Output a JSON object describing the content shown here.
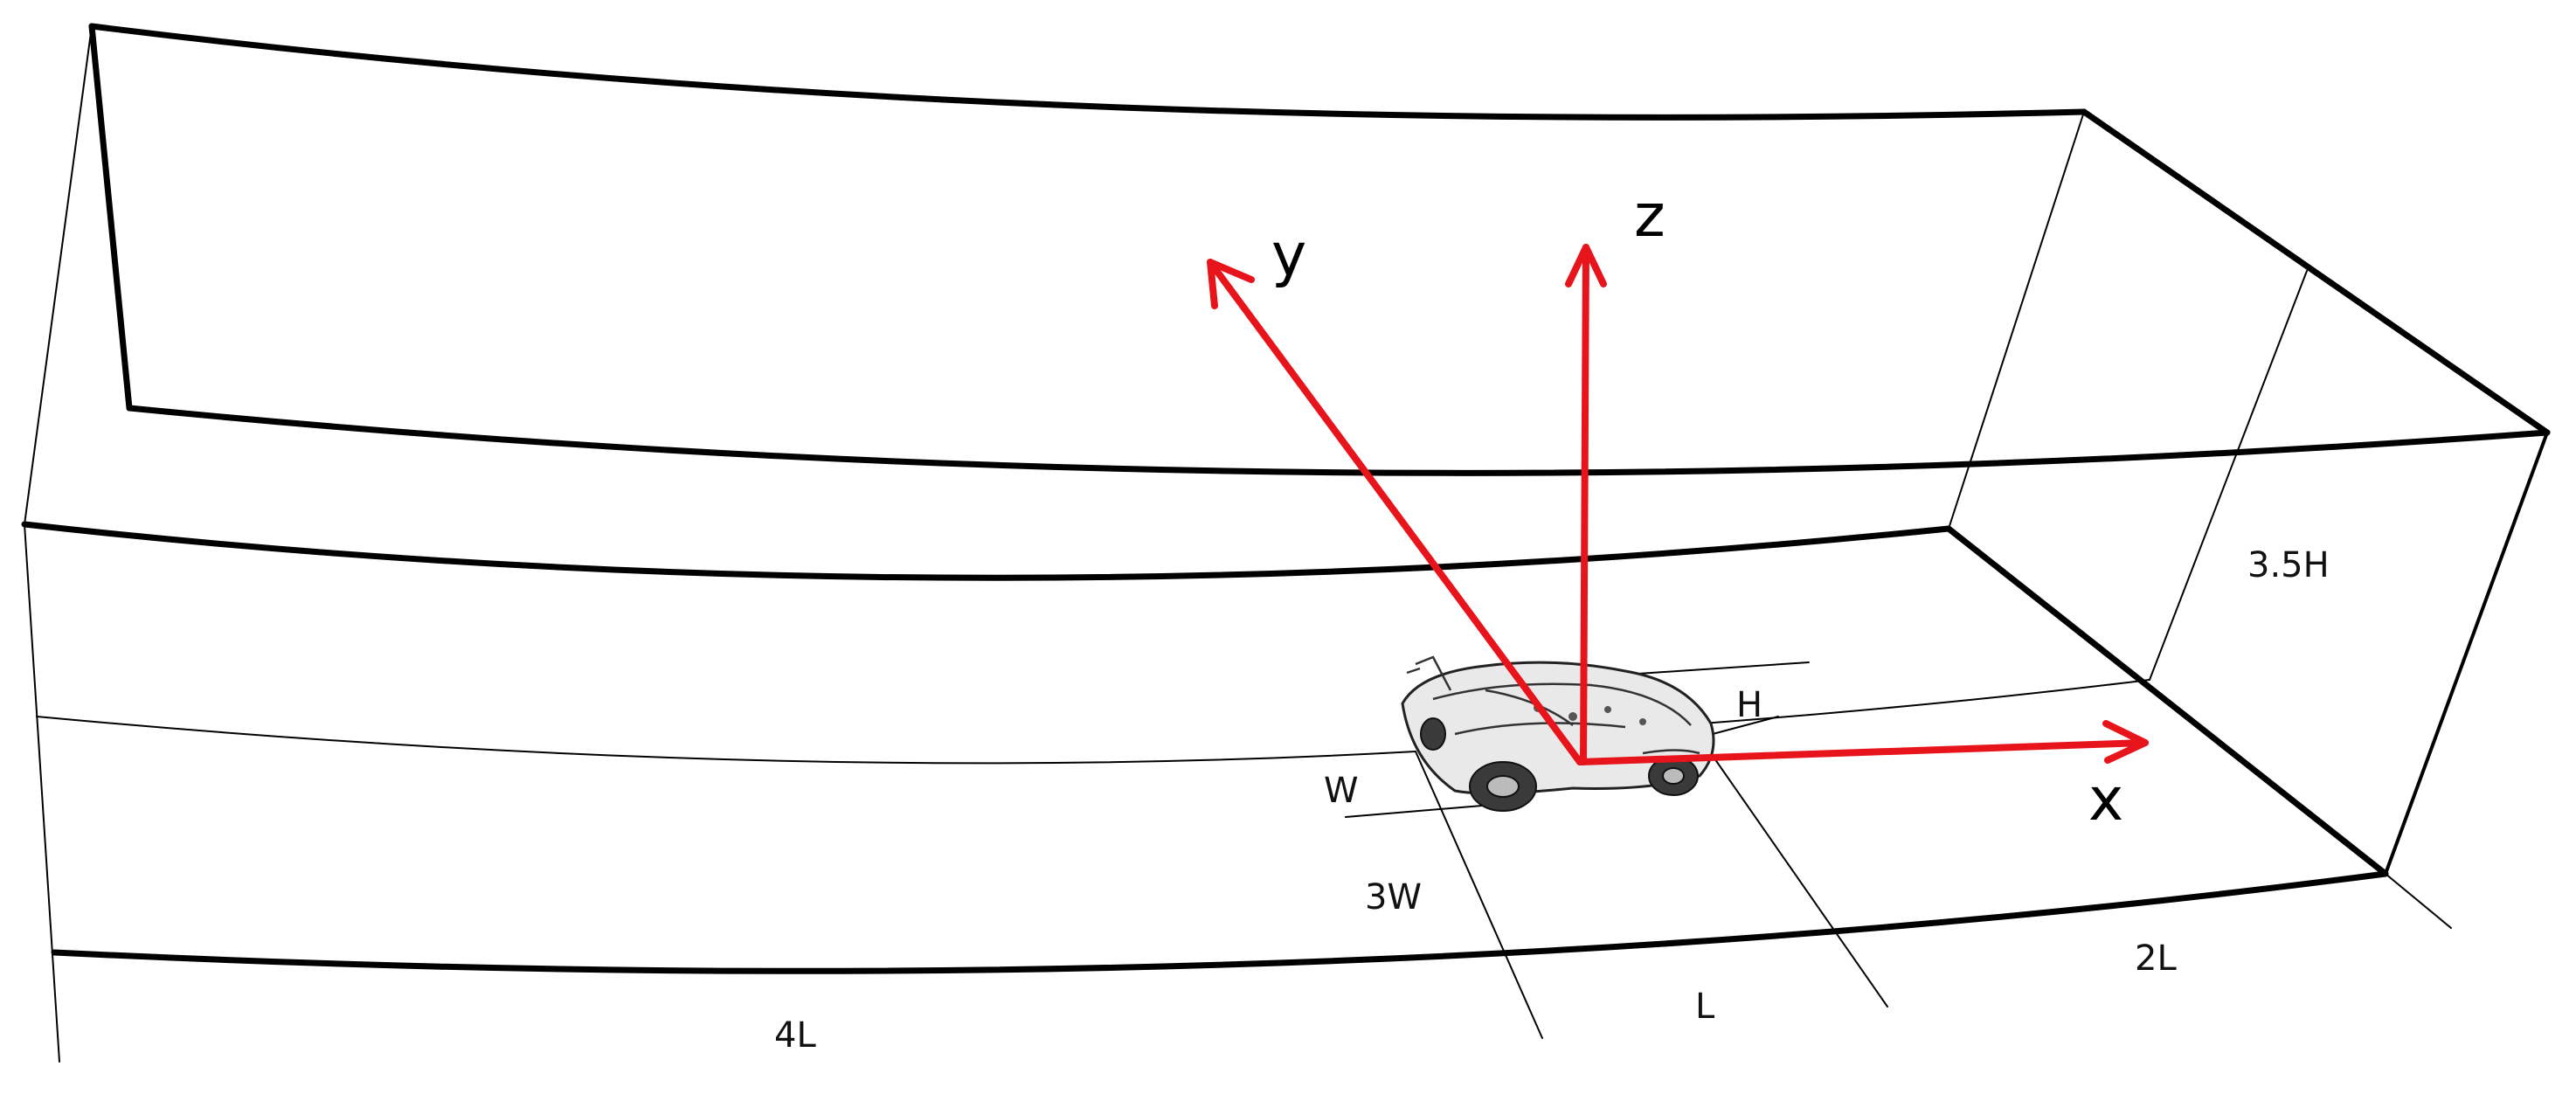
{
  "axes": {
    "x_label": "x",
    "y_label": "y",
    "z_label": "z"
  },
  "dimensions": {
    "height_label": "H",
    "width_label": "W",
    "lateral_extent_label": "3W",
    "vehicle_length_label": "L",
    "upstream_length_label": "4L",
    "downstream_length_label": "2L",
    "domain_height_label": "3.5H"
  },
  "colors": {
    "axes": "#e8141b",
    "edges": "#000000",
    "background": "#ffffff"
  }
}
